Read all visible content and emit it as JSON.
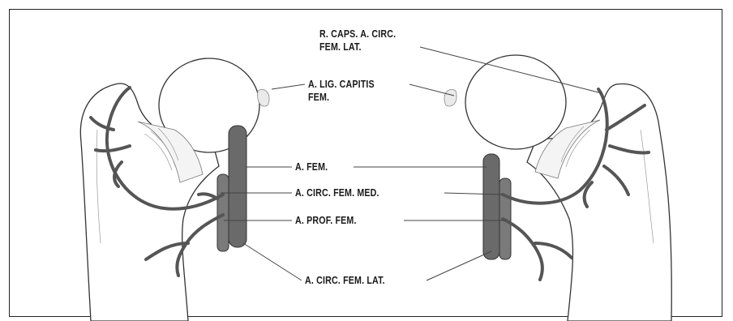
{
  "labels": {
    "r_caps_circ_fem_lat": "R. CAPS. A. CIRC.\nFEM. LAT.",
    "lig_capitis_fem": "A. LIG. CAPITIS\nFEM.",
    "fem": "A. FEM.",
    "circ_fem_med": "A. CIRC. FEM. MED.",
    "prof_fem": "A. PROF. FEM.",
    "circ_fem_lat": "A. CIRC. FEM. LAT."
  },
  "colors": {
    "artery": "#5a5a5a",
    "bone_outline": "#333333",
    "leader": "#444444"
  }
}
